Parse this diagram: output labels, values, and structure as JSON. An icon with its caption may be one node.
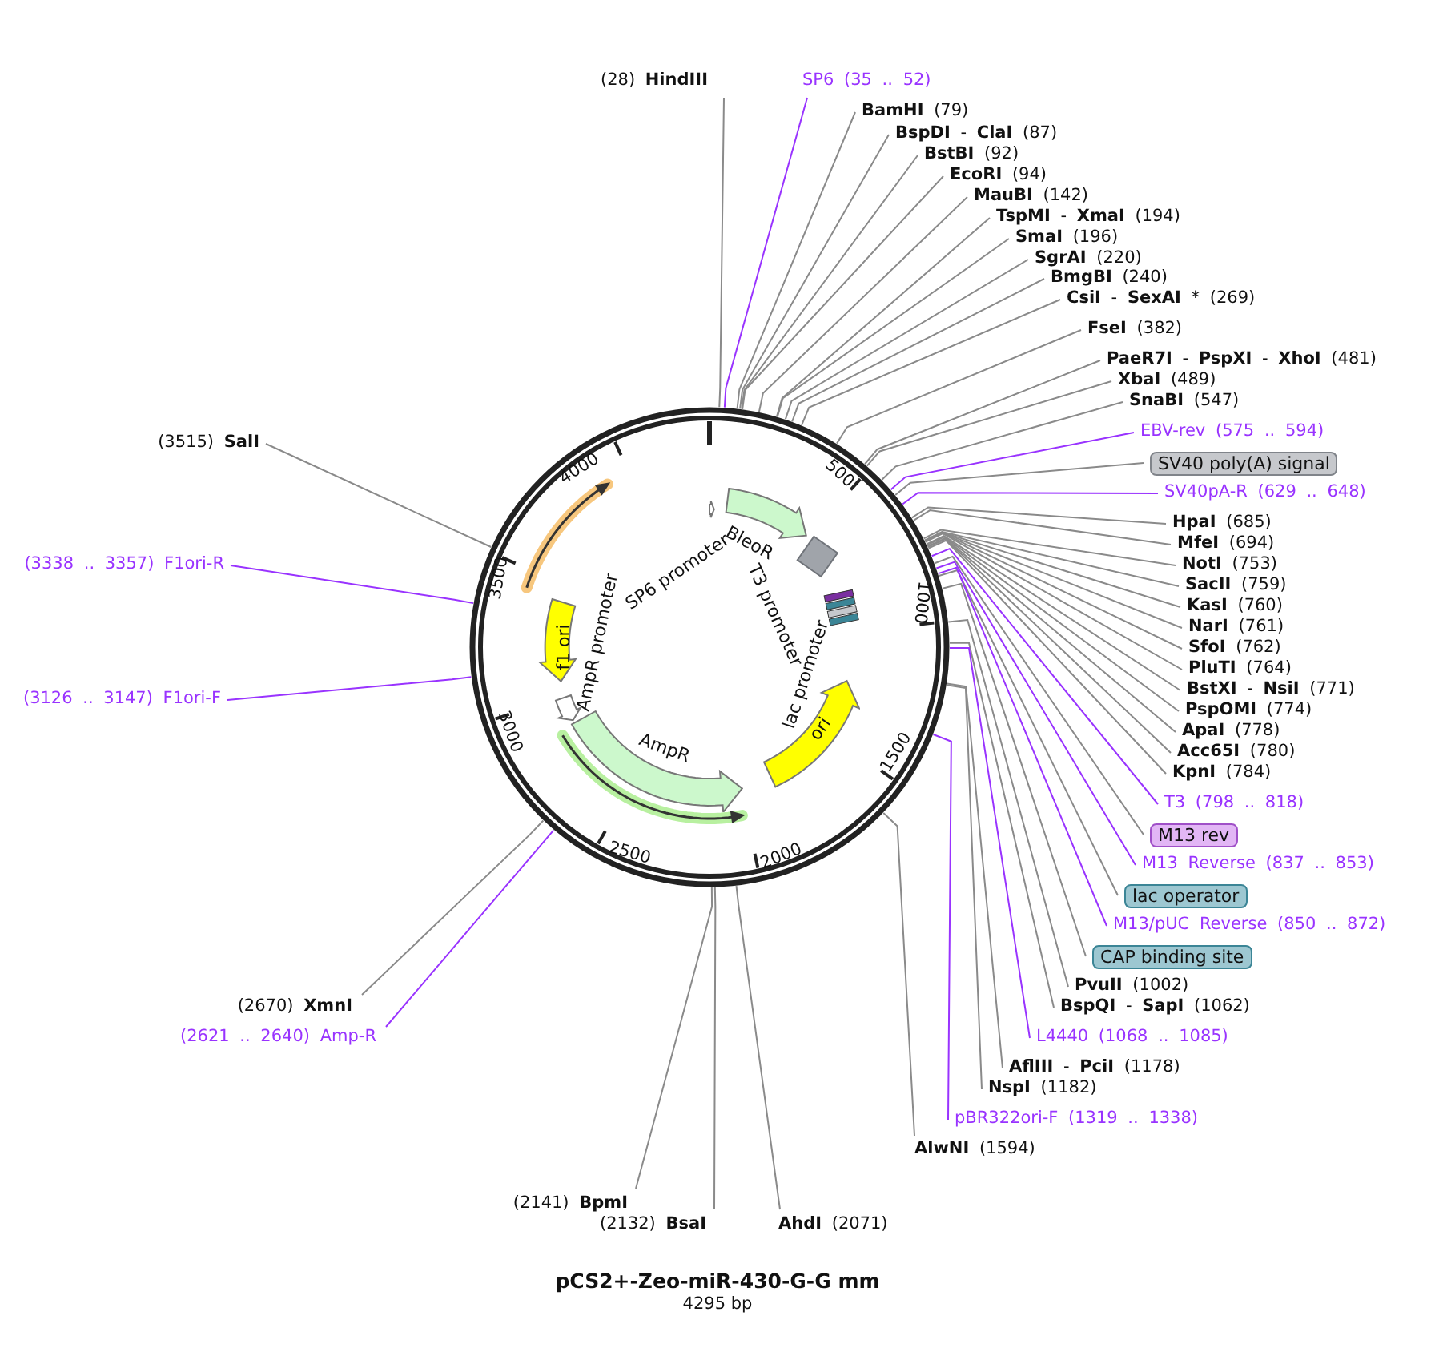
{
  "diagram": {
    "title": "pCS2+-Zeo-miR-430-G-G mm",
    "caption": "4295 bp",
    "nodes": [
      {
        "text": [
          "(28) **HindIII**"
        ]
      },
      {
        "text": [
          "SP6 (35 .. 52)"
        ]
      },
      {
        "text": [
          "**BamHI** (79)"
        ]
      },
      {
        "text": [
          "**BspDI** - **ClaI** (87)"
        ]
      },
      {
        "text": [
          "**BstBI** (92)"
        ]
      },
      {
        "text": [
          "**EcoRI** (94)"
        ]
      },
      {
        "text": [
          "**MauBI** (142)"
        ]
      },
      {
        "text": [
          "**TspMI** - **XmaI** (194)"
        ]
      },
      {
        "text": [
          "**SmaI** (196)"
        ]
      },
      {
        "text": [
          "**SgrAI** (220)"
        ]
      },
      {
        "text": [
          "**BmgBI** (240)"
        ]
      },
      {
        "text": [
          "**CsiI** - **SexAI** * (269)"
        ]
      },
      {
        "text": [
          "**FseI** (382)"
        ]
      },
      {
        "text": [
          "**PaeR7I** - **PspXI** - **XhoI** (481)"
        ]
      },
      {
        "text": [
          "**XbaI** (489)"
        ]
      },
      {
        "text": [
          "**SnaBI** (547)"
        ]
      },
      {
        "text": [
          "EBV-rev (575 .. 594)"
        ]
      },
      {
        "text": [
          "SV40 poly(A) signal"
        ]
      },
      {
        "text": [
          "SV40pA-R (629 .. 648)"
        ]
      },
      {
        "text": [
          "**HpaI** (685)"
        ]
      },
      {
        "text": [
          "**MfeI** (694)"
        ]
      },
      {
        "text": [
          "**NotI** (753)"
        ]
      },
      {
        "text": [
          "**SacII** (759)"
        ]
      },
      {
        "text": [
          "**KasI** (760)"
        ]
      },
      {
        "text": [
          "**NarI** (761)"
        ]
      },
      {
        "text": [
          "**SfoI** (762)"
        ]
      },
      {
        "text": [
          "**PluTI** (764)"
        ]
      },
      {
        "text": [
          "**BstXI** - **NsiI** (771)"
        ]
      },
      {
        "text": [
          "**PspOMI** (774)"
        ]
      },
      {
        "text": [
          "**ApaI** (778)"
        ]
      },
      {
        "text": [
          "**Acc65I** (780)"
        ]
      },
      {
        "text": [
          "**KpnI** (784)"
        ]
      },
      {
        "text": [
          "T3 (798 .. 818)"
        ]
      },
      {
        "text": [
          "M13 rev"
        ]
      },
      {
        "text": [
          "M13 Reverse (837 .. 853)"
        ]
      },
      {
        "text": [
          "lac operator"
        ]
      },
      {
        "text": [
          "M13/pUC Reverse (850 .. 872)"
        ]
      },
      {
        "text": [
          "CAP binding site"
        ]
      },
      {
        "text": [
          "**PvuII** (1002)"
        ]
      },
      {
        "text": [
          "**BspQI** - **SapI** (1062)"
        ]
      },
      {
        "text": [
          "L4440 (1068 .. 1085)"
        ]
      },
      {
        "text": [
          "**AflIII** - **PciI** (1178)"
        ]
      },
      {
        "text": [
          "**NspI** (1182)"
        ]
      },
      {
        "text": [
          "pBR322ori-F (1319 .. 1338)"
        ]
      },
      {
        "text": [
          "**AlwNI** (1594)"
        ]
      },
      {
        "text": [
          "**AhdI** (2071)"
        ]
      },
      {
        "text": [
          "(2132) **BsaI**"
        ]
      },
      {
        "text": [
          "(2141) **BpmI**"
        ]
      },
      {
        "text": [
          "(2621 .. 2640) Amp-R"
        ]
      },
      {
        "text": [
          "(2670) **XmnI**"
        ]
      },
      {
        "text": [
          "(3126 .. 3147) F1ori-F"
        ]
      },
      {
        "text": [
          "(3338 .. 3357) F1ori-R"
        ]
      },
      {
        "text": [
          "(3515) **SalI**"
        ]
      },
      {
        "text": [
          "f1 ori"
        ],
        "in": 59
      },
      {
        "text": [
          "AmpR"
        ],
        "in": 59
      },
      {
        "text": [
          "ori"
        ],
        "in": 59
      },
      {
        "text": [
          "BleoR"
        ],
        "in": 59
      },
      {
        "text": [],
        "shape": "arrow",
        "in": 59
      },
      {
        "text": [],
        "shape": "arrow",
        "in": 59
      },
      {
        "text": [],
        "shape": "circle"
      }
    ],
    "edges": [
      {
        "from": 0,
        "to": 59,
        "arrow": "none"
      },
      {
        "from": 1,
        "to": 59,
        "arrow": "none",
        "color": "#9933ff"
      },
      {
        "from": 2,
        "to": 59,
        "arrow": "none"
      },
      {
        "from": 3,
        "to": 59,
        "arrow": "none"
      },
      {
        "from": 4,
        "to": 59,
        "arrow": "none"
      },
      {
        "from": 5,
        "to": 59,
        "arrow": "none"
      },
      {
        "from": 6,
        "to": 59,
        "arrow": "none"
      },
      {
        "from": 7,
        "to": 59,
        "arrow": "none"
      },
      {
        "from": 8,
        "to": 59,
        "arrow": "none"
      },
      {
        "from": 9,
        "to": 59,
        "arrow": "none"
      },
      {
        "from": 10,
        "to": 59,
        "arrow": "none"
      },
      {
        "from": 11,
        "to": 59,
        "arrow": "none"
      },
      {
        "from": 12,
        "to": 59,
        "arrow": "none"
      },
      {
        "from": 13,
        "to": 59,
        "arrow": "none"
      },
      {
        "from": 14,
        "to": 59,
        "arrow": "none"
      },
      {
        "from": 15,
        "to": 59,
        "arrow": "none"
      },
      {
        "from": 16,
        "to": 59,
        "arrow": "none",
        "color": "#9933ff"
      },
      {
        "from": 17,
        "to": 59,
        "arrow": "none"
      },
      {
        "from": 18,
        "to": 59,
        "arrow": "none",
        "color": "#9933ff"
      },
      {
        "from": 19,
        "to": 59,
        "arrow": "none"
      },
      {
        "from": 20,
        "to": 59,
        "arrow": "none"
      },
      {
        "from": 21,
        "to": 59,
        "arrow": "none"
      },
      {
        "from": 22,
        "to": 59,
        "arrow": "none"
      },
      {
        "from": 23,
        "to": 59,
        "arrow": "none"
      },
      {
        "from": 24,
        "to": 59,
        "arrow": "none"
      },
      {
        "from": 25,
        "to": 59,
        "arrow": "none"
      },
      {
        "from": 26,
        "to": 59,
        "arrow": "none"
      },
      {
        "from": 27,
        "to": 59,
        "arrow": "none"
      },
      {
        "from": 28,
        "to": 59,
        "arrow": "none"
      },
      {
        "from": 29,
        "to": 59,
        "arrow": "none"
      },
      {
        "from": 30,
        "to": 59,
        "arrow": "none"
      },
      {
        "from": 31,
        "to": 59,
        "arrow": "none"
      },
      {
        "from": 32,
        "to": 59,
        "arrow": "none",
        "color": "#9933ff"
      },
      {
        "from": 33,
        "to": 59,
        "arrow": "none"
      },
      {
        "from": 34,
        "to": 59,
        "arrow": "none",
        "color": "#9933ff"
      },
      {
        "from": 35,
        "to": 59,
        "arrow": "none"
      },
      {
        "from": 36,
        "to": 59,
        "arrow": "none",
        "color": "#9933ff"
      },
      {
        "from": 37,
        "to": 59,
        "arrow": "none"
      },
      {
        "from": 38,
        "to": 59,
        "arrow": "none"
      },
      {
        "from": 39,
        "to": 59,
        "arrow": "none"
      },
      {
        "from": 40,
        "to": 59,
        "arrow": "none",
        "color": "#9933ff"
      },
      {
        "from": 41,
        "to": 59,
        "arrow": "none"
      },
      {
        "from": 42,
        "to": 59,
        "arrow": "none"
      },
      {
        "from": 43,
        "to": 59,
        "arrow": "none",
        "color": "#9933ff"
      },
      {
        "from": 44,
        "to": 59,
        "arrow": "none"
      },
      {
        "from": 45,
        "to": 59,
        "arrow": "none"
      },
      {
        "from": 46,
        "to": 59,
        "arrow": "none"
      },
      {
        "from": 47,
        "to": 59,
        "arrow": "none"
      },
      {
        "from": 48,
        "to": 59,
        "arrow": "none",
        "color": "#9933ff"
      },
      {
        "from": 49,
        "to": 59,
        "arrow": "none"
      },
      {
        "from": 50,
        "to": 59,
        "arrow": "none",
        "color": "#9933ff"
      },
      {
        "from": 51,
        "to": 59,
        "arrow": "none",
        "color": "#9933ff"
      },
      {
        "from": 52,
        "to": 59,
        "arrow": "none"
      }
    ],
    "labels": [
      "4000",
      "500",
      "SP6 promoter",
      "AmpR promoter",
      "T3 promoter",
      "3500",
      "1000",
      "lac promoter",
      "3000",
      "1500",
      "2500",
      "2000"
    ]
  }
}
